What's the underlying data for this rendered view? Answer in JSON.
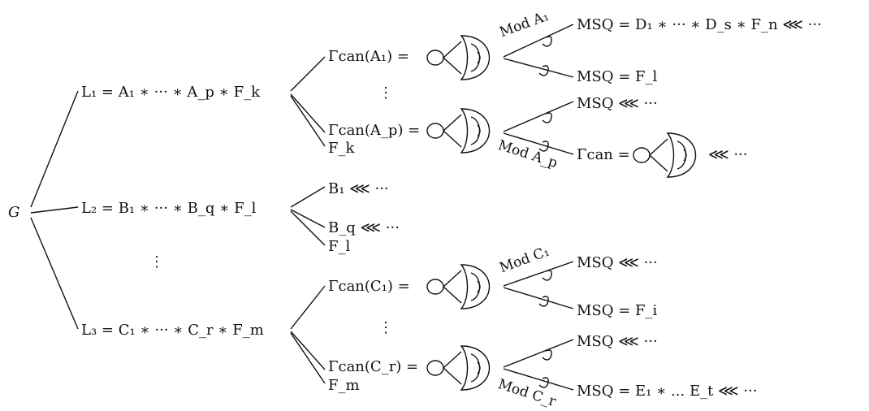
{
  "root": {
    "label": "G"
  },
  "level1": [
    {
      "label": "L₁ = A₁ ∗ ··· ∗ A_p ∗ F_k"
    },
    {
      "label": "L₂ = B₁ ∗ ··· ∗ B_q ∗ F_l"
    },
    {
      "label": "L₃ = C₁ ∗ ··· ∗ C_r ∗ F_m"
    }
  ],
  "vdots": "⋮",
  "branch1": {
    "gcan_a1": "Γcan(A₁) =",
    "gcan_ap": "Γcan(A_p) =",
    "free": "F_k",
    "mod_a1": "Mod A₁",
    "mod_ap": "Mod A_p",
    "msq1": "MSQ = D₁ ∗ ··· ∗ D_s ∗ F_n ⋘ ···",
    "msq2": "MSQ = F_l",
    "msq3": "MSQ ⋘ ···",
    "gcan4": "Γcan =",
    "gcan4_tail": "⋘ ···"
  },
  "branch2": {
    "b1": "B₁ ⋘ ···",
    "bq": "B_q ⋘ ···",
    "free": "F_l"
  },
  "branch3": {
    "gcan_c1": "Γcan(C₁) =",
    "gcan_cr": "Γcan(C_r) =",
    "free": "F_m",
    "mod_c1": "Mod C₁",
    "mod_cr": "Mod C_r",
    "msq1": "MSQ ⋘ ···",
    "msq2": "MSQ = F_i",
    "msq3": "MSQ ⋘ ···",
    "msq4": "MSQ = E₁ ∗ ... E_t ⋘ ···"
  }
}
